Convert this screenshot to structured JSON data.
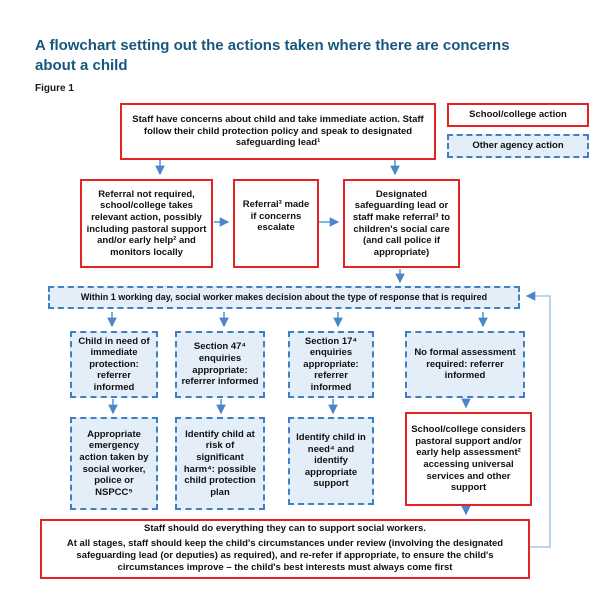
{
  "page": {
    "title": "A flowchart setting out the actions taken where there are concerns about a child",
    "figure_label": "Figure 1"
  },
  "legend": {
    "school_college": "School/college action",
    "other_agency": "Other agency action"
  },
  "colors": {
    "red": "#e32424",
    "blue": "#3f7fc4",
    "fill": "#e3eef9",
    "arrow": "#5b9bd5",
    "arrowhead": "#4a86c8",
    "feedback": "#a9c7e8",
    "title": "#17577e"
  },
  "nodes": {
    "staff_concerns": "Staff have concerns about child and take immediate action. Staff follow their child protection policy and speak to designated safeguarding lead¹",
    "referral_not_required": "Referral not required, school/college takes relevant action, possibly including pastoral support and/or early help² and monitors locally",
    "referral_made": "Referral³ made if concerns escalate",
    "dsl_referral": "Designated safeguarding lead or staff make referral³ to children's social care (and call police if appropriate)",
    "decision_bar": "Within 1 working day, social worker makes decision about the type of response that is required",
    "immediate_protection": "Child in need of immediate protection: referrer informed",
    "section_47": "Section 47⁴ enquiries appropriate: referrer informed",
    "section_17": "Section 17⁴ enquiries appropriate: referrer informed",
    "no_formal_assessment": "No formal assessment required: referrer informed",
    "emergency_action": "Appropriate emergency action taken by social worker, police or NSPCC⁵",
    "significant_harm": "Identify child at risk of significant harm⁴: possible child protection plan",
    "child_in_need": "Identify child in need⁴ and identify appropriate support",
    "pastoral_support": "School/college considers pastoral support and/or early help assessment² accessing universal services and other support",
    "support_note_line1": "Staff should do everything they can to support social workers.",
    "support_note_line2": "At all stages, staff should keep the child's circumstances under review (involving the designated safeguarding lead (or deputies) as required), and re-refer if appropriate, to ensure the child's circumstances improve – the child's best interests must always come first"
  }
}
